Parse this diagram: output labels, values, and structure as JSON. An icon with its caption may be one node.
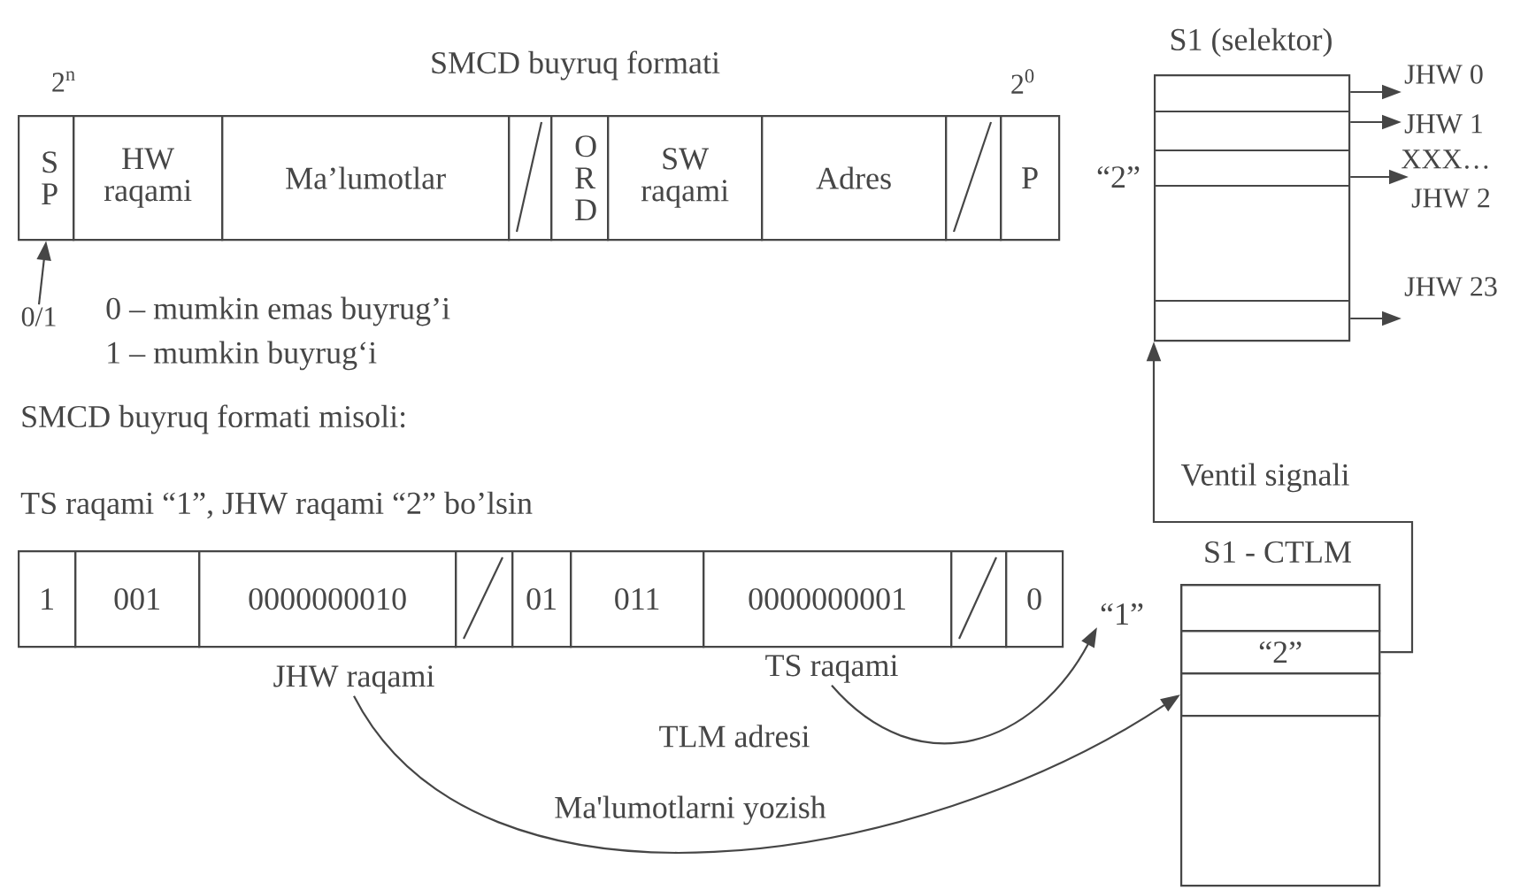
{
  "diagram": {
    "title": "SMCD buyruq formati",
    "nodes": [
      {
        "text": [
          "S P"
        ]
      },
      {
        "text": [
          "HW raqami"
        ]
      },
      {
        "text": [
          "Ma’lumotlar"
        ]
      },
      {
        "text": [],
        "shape": "box"
      },
      {
        "text": [
          "O R D"
        ]
      },
      {
        "text": [
          "SW raqami"
        ]
      },
      {
        "text": [
          "Adres"
        ]
      },
      {
        "text": [],
        "shape": "box"
      },
      {
        "text": [
          "P"
        ]
      },
      {
        "text": [
          "S1 (selektor)"
        ]
      },
      {
        "text": [
          "JHW 0"
        ]
      },
      {
        "text": [
          "JHW 1"
        ]
      },
      {
        "text": [
          "JHW 2"
        ]
      },
      {
        "text": [
          "JHW 23"
        ]
      },
      {
        "text": [
          "0/1"
        ]
      },
      {
        "text": [
          "1"
        ]
      },
      {
        "text": [
          "001"
        ]
      },
      {
        "text": [
          "0000000010"
        ]
      },
      {
        "text": [],
        "shape": "box"
      },
      {
        "text": [
          "01"
        ]
      },
      {
        "text": [
          "011"
        ]
      },
      {
        "text": [
          "0000000001"
        ]
      },
      {
        "text": [],
        "shape": "box"
      },
      {
        "text": [
          "0"
        ]
      },
      {
        "text": [
          "JHW raqami"
        ]
      },
      {
        "text": [
          "TS raqami"
        ]
      },
      {
        "text": [
          "“1”"
        ]
      },
      {
        "text": [
          "S1 - CTLM"
        ]
      },
      {
        "text": [],
        "shape": "box",
        "in": 27
      },
      {
        "text": [
          "“2”"
        ],
        "in": 27
      },
      {
        "text": [],
        "shape": "box",
        "in": 27
      }
    ],
    "edges": [
      {
        "from": 14,
        "to": 0,
        "arrow": "to"
      },
      {
        "from": 9,
        "to": 10,
        "arrow": "to"
      },
      {
        "from": 9,
        "to": 11,
        "arrow": "to"
      },
      {
        "from": 9,
        "to": 12,
        "arrow": "to"
      },
      {
        "from": 9,
        "to": 13,
        "arrow": "to"
      },
      {
        "from": 24,
        "to": 30,
        "arrow": "to",
        "label": "Ma'lumotlarni yozish"
      },
      {
        "from": 25,
        "to": 26,
        "arrow": "to",
        "label": "TLM adresi"
      },
      {
        "from": 29,
        "to": 9,
        "arrow": "to",
        "label": "Ventil signali"
      }
    ],
    "labels": [
      "2$^{n}$",
      "2$^{0}$",
      "“2”",
      "XXX…",
      "0 – mumkin emas buyrug’i",
      "1 – mumkin buyrug‘i",
      "SMCD buyruq formati misoli:",
      "TS raqami “1”, JHW raqami “2” bo’lsin"
    ]
  }
}
